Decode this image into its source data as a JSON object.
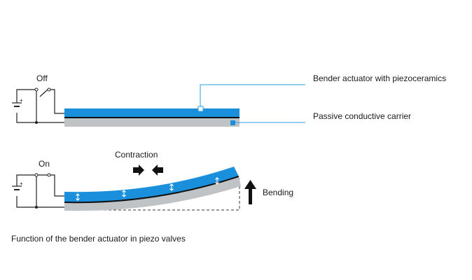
{
  "labels": {
    "off": "Off",
    "on": "On",
    "actuator": "Bender actuator with piezoceramics",
    "carrier": "Passive conductive carrier",
    "contraction": "Contraction",
    "bending": "Bending",
    "caption": "Function of the bender actuator in piezo valves"
  },
  "colors": {
    "piezo_blue": "#1a8fdc",
    "carrier_gray": "#bfc3c6",
    "leader_blue": "#2a9fdc",
    "line_black": "#111111"
  }
}
